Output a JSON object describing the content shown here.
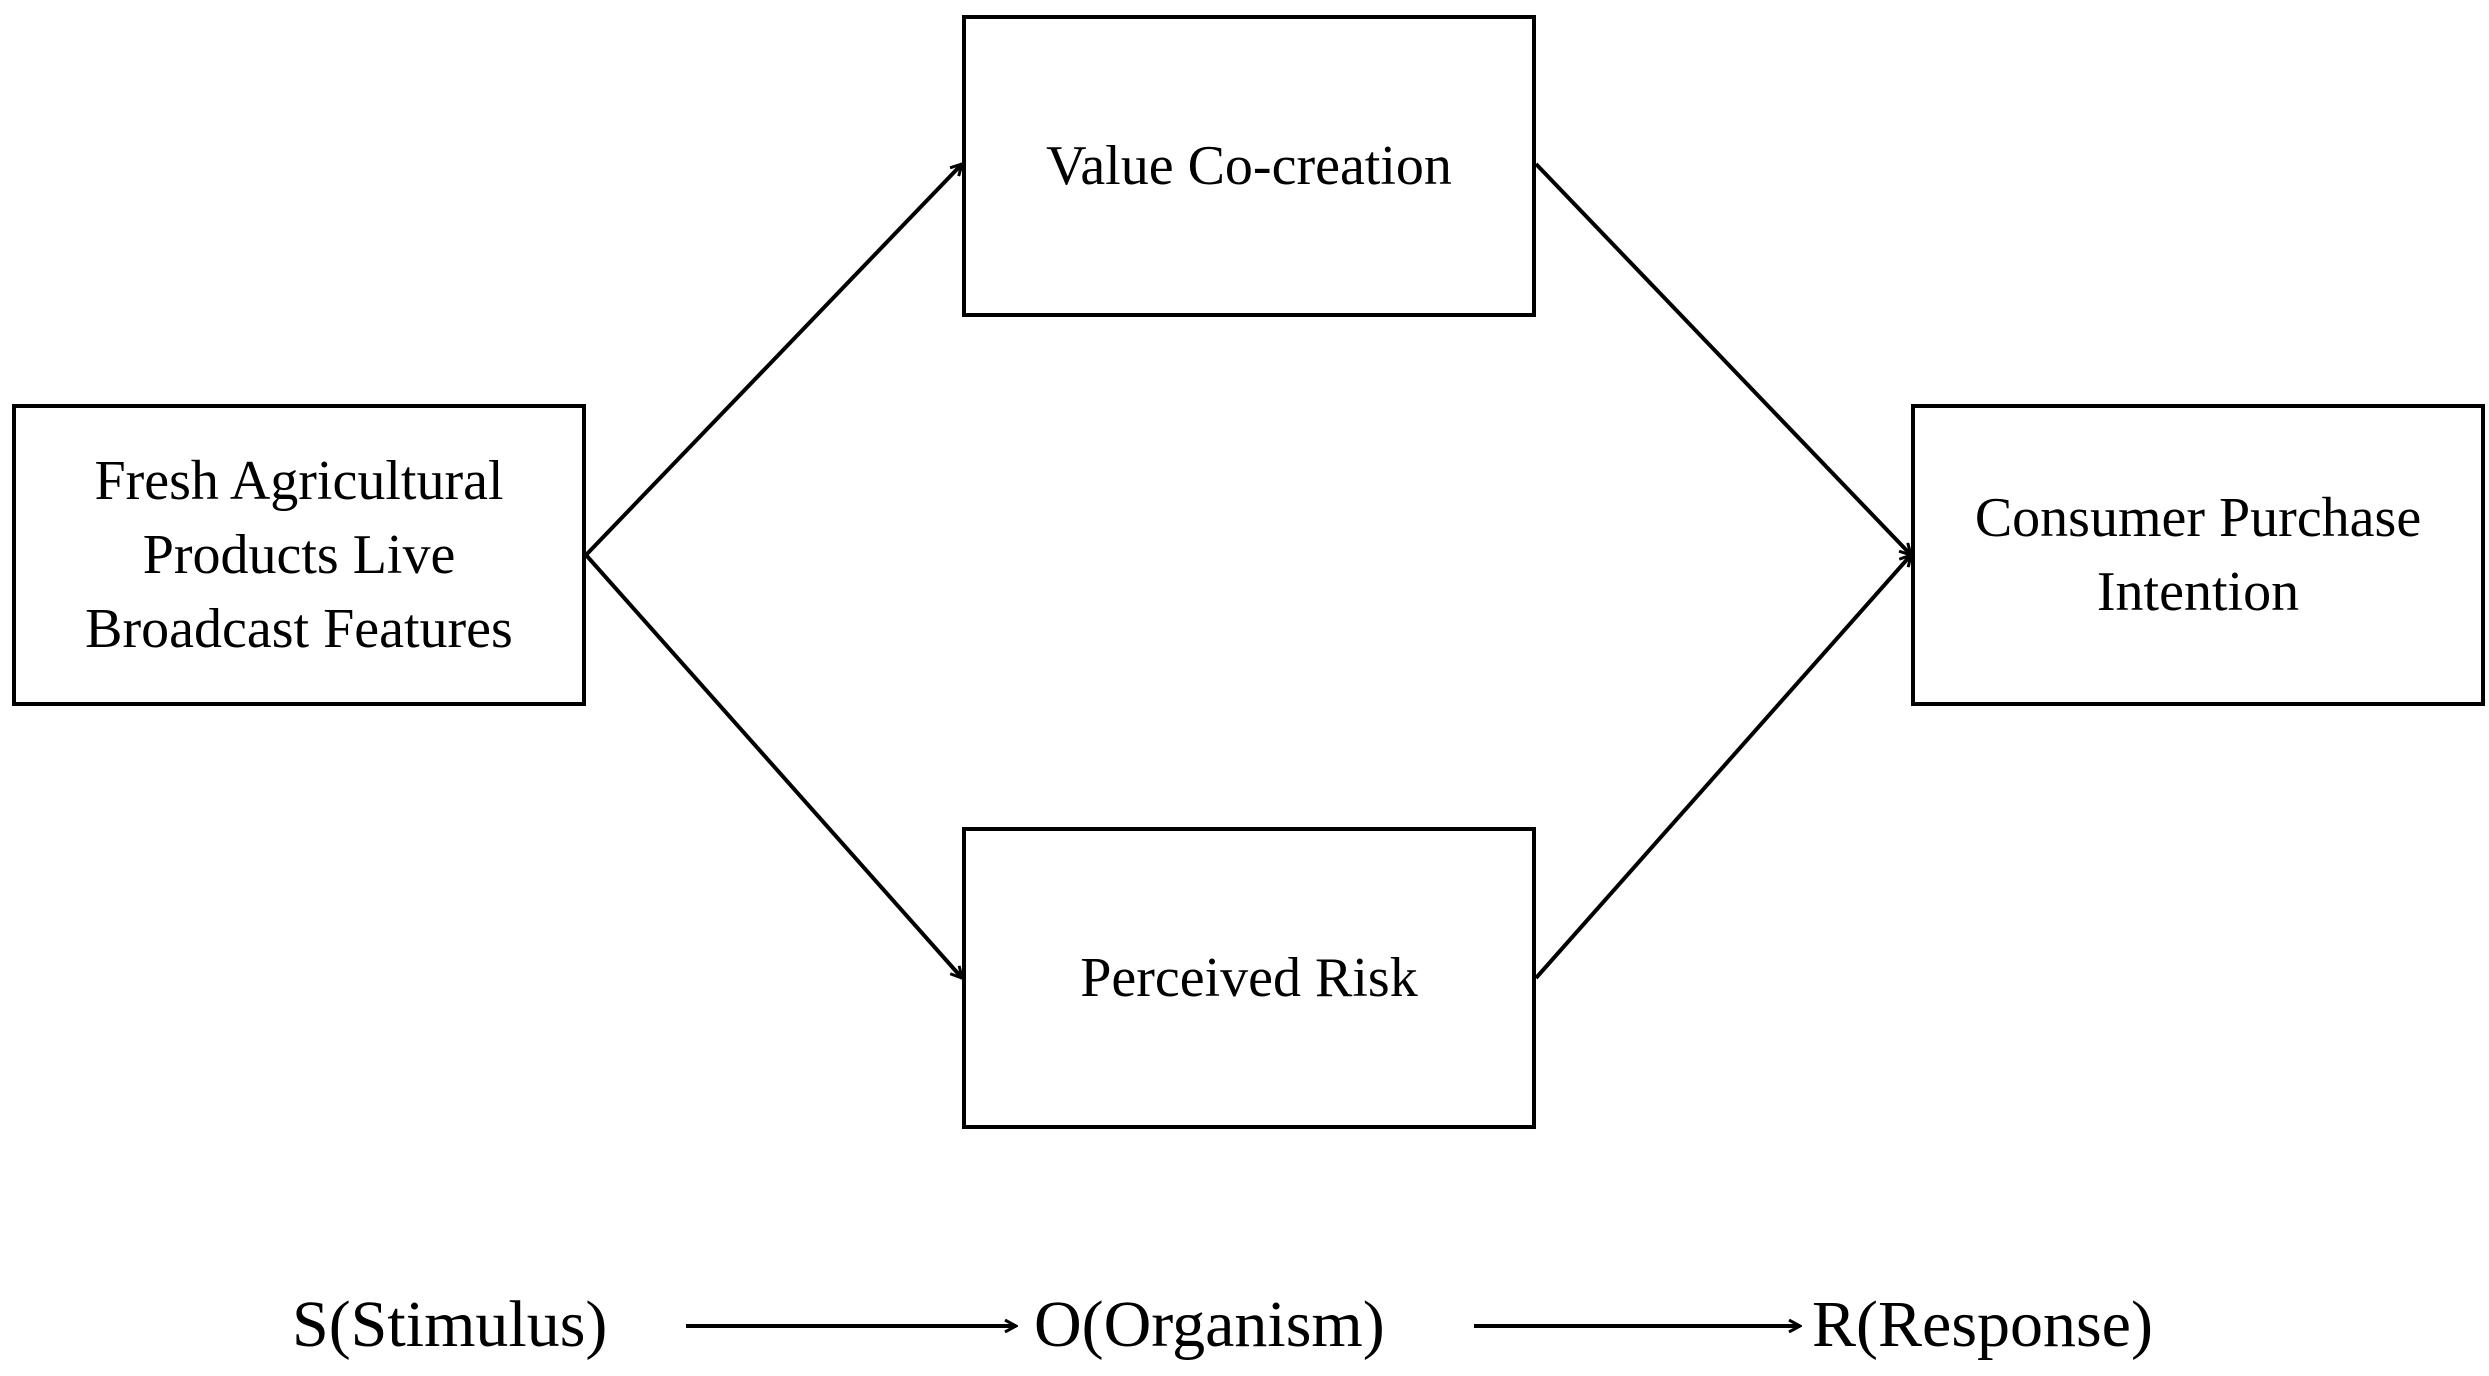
{
  "nodes": {
    "stimulus": {
      "label": "Fresh Agricultural Products Live Broadcast Features"
    },
    "value_cocreation": {
      "label": "Value Co-creation"
    },
    "perceived_risk": {
      "label": "Perceived Risk"
    },
    "purchase_intention": {
      "label": "Consumer Purchase Intention"
    }
  },
  "edges": [
    {
      "from": "stimulus",
      "to": "value_cocreation"
    },
    {
      "from": "stimulus",
      "to": "perceived_risk"
    },
    {
      "from": "value_cocreation",
      "to": "purchase_intention"
    },
    {
      "from": "perceived_risk",
      "to": "purchase_intention"
    }
  ],
  "sor_legend": {
    "stimulus": "S(Stimulus)",
    "organism": "O(Organism)",
    "response": "R(Response)"
  },
  "colors": {
    "stroke": "#000000",
    "background": "#ffffff"
  }
}
